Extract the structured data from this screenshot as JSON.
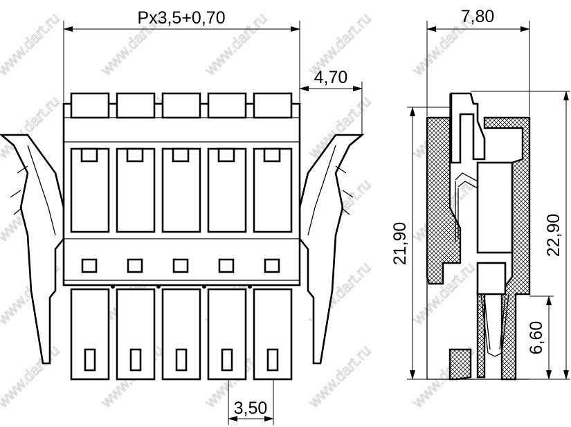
{
  "drawing": {
    "front_view": {
      "pitch_width_label": "Px3,5+0,70",
      "latch_offset_label": "4,70",
      "pitch_label": "3,50",
      "pole_count": 5
    },
    "side_view": {
      "depth_label": "7,80",
      "body_height_label": "21,90",
      "overall_height_label": "22,90",
      "lower_height_label": "6,60"
    },
    "watermark": "www.dart.ru"
  }
}
